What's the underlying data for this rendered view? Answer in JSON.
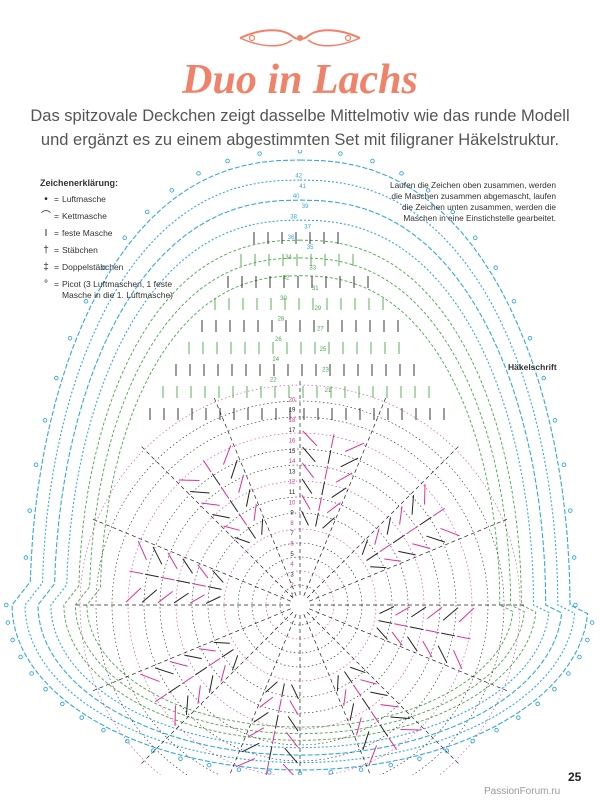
{
  "title": "Duo in Lachs",
  "subtitle": "Das spitzovale Deckchen zeigt dasselbe Mittelmotiv wie das runde Modell und ergänzt es zu einem abgestimmten Set mit filigraner Häkelstruktur.",
  "legend": {
    "title": "Zeichenerklärung:",
    "items": [
      {
        "icon": "chain-stitch-icon",
        "symbol": "•",
        "label": "Luftmasche"
      },
      {
        "icon": "slip-stitch-icon",
        "symbol": "⌒",
        "label": "Kettmasche"
      },
      {
        "icon": "single-crochet-icon",
        "symbol": "I",
        "label": "feste Masche"
      },
      {
        "icon": "double-crochet-icon",
        "symbol": "†",
        "label": "Stäbchen"
      },
      {
        "icon": "treble-crochet-icon",
        "symbol": "‡",
        "label": "Doppelstäbchen"
      },
      {
        "icon": "picot-icon",
        "symbol": "°",
        "label": "Picot (3 Luftmaschen, 1 feste Masche in die 1. Luftmasche)"
      }
    ]
  },
  "note": "Laufen die Zeichen oben zusammen, werden die Maschen zusammen abgemascht, laufen die Zeichen unten zusammen, werden die Maschen in eine Einstichstelle gearbeitet.",
  "diagram_label": "Häkelschrift",
  "round_numbers": [
    "1",
    "2",
    "3",
    "4",
    "5",
    "6",
    "7",
    "8",
    "9",
    "10",
    "11",
    "12",
    "13",
    "14",
    "15",
    "16",
    "17",
    "18",
    "19",
    "20",
    "21",
    "22",
    "23",
    "24",
    "25",
    "26",
    "27",
    "28",
    "29",
    "30",
    "31",
    "32",
    "33",
    "34",
    "35",
    "36",
    "37",
    "38",
    "39",
    "40",
    "41",
    "42"
  ],
  "page_number": "25",
  "watermark": "PassionForum.ru",
  "colors": {
    "accent": "#f0826a",
    "magenta": "#e0309a",
    "dark": "#222222",
    "green": "#48a848",
    "blue": "#35a9dc"
  }
}
